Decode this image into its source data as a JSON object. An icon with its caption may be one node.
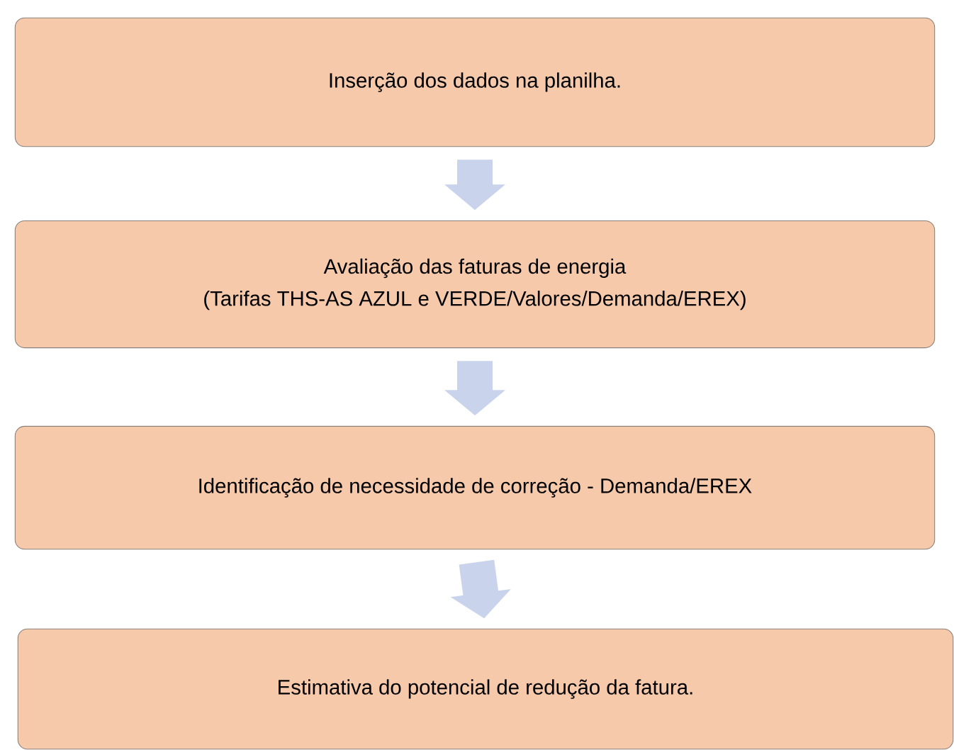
{
  "diagram": {
    "nodes": [
      {
        "text": [
          "Inserção dos dados na planilha."
        ]
      },
      {
        "text": [
          "Avaliação das faturas de energia",
          "(Tarifas THS-AS AZUL e VERDE/Valores/Demanda/EREX)"
        ]
      },
      {
        "text": [
          "Identificação de necessidade de correção - Demanda/EREX"
        ]
      },
      {
        "text": [
          "Estimativa do potencial de redução da fatura."
        ]
      }
    ],
    "edges": [
      {
        "from": 0,
        "to": 1,
        "arrow": "to"
      },
      {
        "from": 1,
        "to": 2,
        "arrow": "to"
      },
      {
        "from": 2,
        "to": 3,
        "arrow": "to"
      }
    ]
  }
}
